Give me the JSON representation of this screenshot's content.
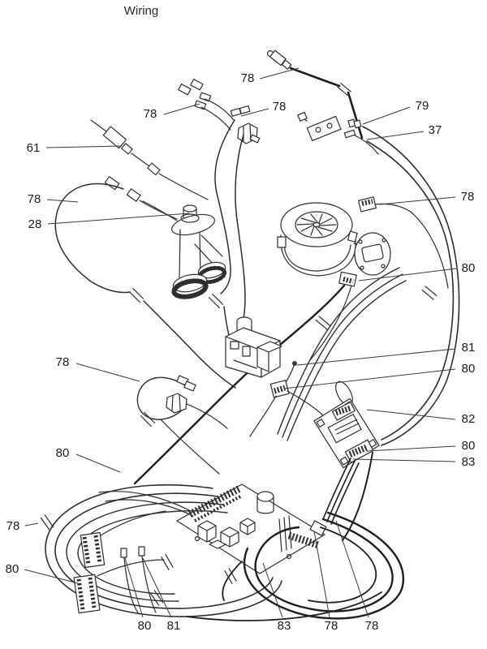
{
  "title": "Wiring",
  "colors": {
    "background": "#ffffff",
    "line": "#2e2e2e",
    "label": "#1c1c1c"
  },
  "callouts": [
    {
      "label": "61"
    },
    {
      "label": "78"
    },
    {
      "label": "28"
    },
    {
      "label": "78"
    },
    {
      "label": "78"
    },
    {
      "label": "78"
    },
    {
      "label": "79"
    },
    {
      "label": "37"
    },
    {
      "label": "78"
    },
    {
      "label": "80"
    },
    {
      "label": "78"
    },
    {
      "label": "81"
    },
    {
      "label": "80"
    },
    {
      "label": "82"
    },
    {
      "label": "80"
    },
    {
      "label": "83"
    },
    {
      "label": "80"
    },
    {
      "label": "78"
    },
    {
      "label": "80"
    },
    {
      "label": "80"
    },
    {
      "label": "81"
    },
    {
      "label": "83"
    },
    {
      "label": "78"
    },
    {
      "label": "78"
    }
  ]
}
